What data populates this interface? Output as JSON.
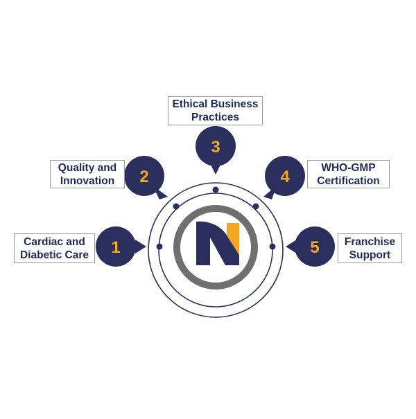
{
  "colors": {
    "navy": "#2a2f5e",
    "accent": "#f5a623",
    "ring_gray": "#6f6f6f",
    "line": "#2a2f5e"
  },
  "center_logo": {
    "icon": "n-logo-icon"
  },
  "steps": [
    {
      "number": "1",
      "line1": "Cardiac and",
      "line2": "Diabetic Care"
    },
    {
      "number": "2",
      "line1": "Quality and",
      "line2": "Innovation"
    },
    {
      "number": "3",
      "line1": "Ethical Business",
      "line2": "Practices"
    },
    {
      "number": "4",
      "line1": "WHO-GMP",
      "line2": "Certification"
    },
    {
      "number": "5",
      "line1": "Franchise",
      "line2": "Support"
    }
  ]
}
